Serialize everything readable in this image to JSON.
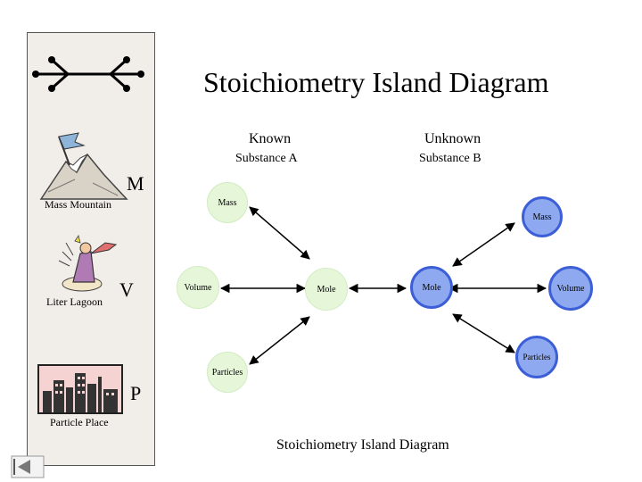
{
  "title": "Stoichiometry Island Diagram",
  "caption": "Stoichiometry Island Diagram",
  "known": {
    "heading": "Known",
    "sub": "Substance A"
  },
  "unknown": {
    "heading": "Unknown",
    "sub": "Substance B"
  },
  "sidebar": {
    "mass_label": "Mass Mountain",
    "volume_label": "Liter Lagoon",
    "particle_label": "Particle Place",
    "mass_letter": "M",
    "volume_letter": "V",
    "particle_letter": "P"
  },
  "nodes_a": {
    "mass": "Mass",
    "volume": "Volume",
    "mole": "Mole",
    "particles": "Particles"
  },
  "nodes_b": {
    "mass": "Mass",
    "volume": "Volume",
    "mole": "Mole",
    "particles": "Particles"
  },
  "colors": {
    "substance_a_fill": "#e6f7d9",
    "substance_b_fill": "#8ea9ef",
    "substance_b_border": "#3c5fd8"
  },
  "icons": [
    "network-logo-icon",
    "mountain-flag-icon",
    "lagoon-figure-icon",
    "city-skyline-icon",
    "back-arrow-icon"
  ]
}
